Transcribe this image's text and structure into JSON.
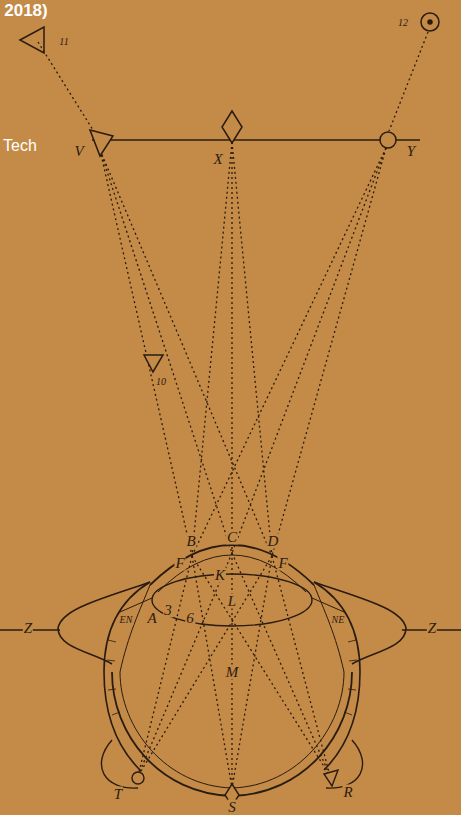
{
  "diagram": {
    "labels": [
      "2018)",
      "Tech",
      "11",
      "12",
      "V",
      "X",
      "Y",
      "10",
      "B",
      "C",
      "D",
      "F",
      "K",
      "F",
      "L",
      "Z",
      "Z",
      "EN",
      "NE",
      "A",
      "3",
      "6",
      "M",
      "T",
      "S",
      "R"
    ]
  }
}
